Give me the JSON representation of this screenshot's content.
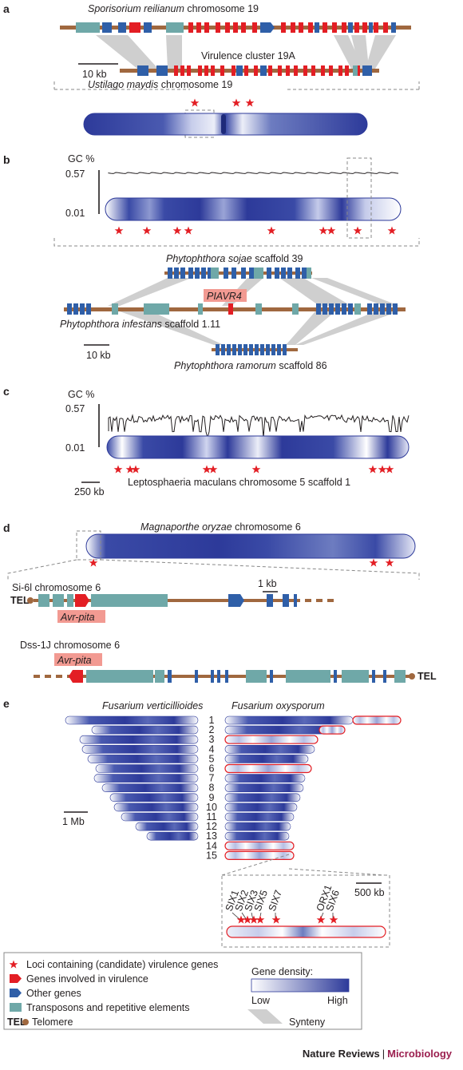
{
  "panels": {
    "a": "a",
    "b": "b",
    "c": "c",
    "d": "d",
    "e": "e"
  },
  "panel_a": {
    "top_title_italic": "Sporisorium reilianum",
    "top_title_rest": " chromosome 19",
    "cluster_label": "Virulence cluster 19A",
    "scale": "10 kb",
    "bottom_title_italic": "Ustilago maydis",
    "bottom_title_rest": " chromosome 19"
  },
  "panel_b": {
    "gc_label": "GC %",
    "gc_max": "0.57",
    "gc_min": "0.01",
    "sojae_italic": "Phytophthora sojae",
    "sojae_rest": " scaffold 39",
    "gene_label": "PIAVR4",
    "infestans_italic": "Phytophthora",
    "infestans_italic2": "infestans",
    "infestans_rest": " scaffold 1.11",
    "scale": "10 kb",
    "ramorum_italic": "Phytophthora",
    "ramorum_italic2": "ramorum",
    "ramorum_rest": " scaffold 86"
  },
  "panel_c": {
    "gc_label": "GC %",
    "gc_max": "0.57",
    "gc_min": "0.01",
    "scale": "250 kb",
    "chrom_label": "Leptosphaeria maculans chromosome 5 scaffold 1"
  },
  "panel_d": {
    "title_italic": "Magnaporthe oryzae",
    "title_rest": " chromosome  6",
    "si6l": "Si-6l chromosome 6",
    "scale": "1 kb",
    "tel": "TEL",
    "gene_label": "Avr-pita",
    "dss": "Dss-1J chromosome  6",
    "gene_label2": "Avr-pita",
    "tel2": "TEL"
  },
  "panel_e": {
    "left_title": "Fusarium verticillioides",
    "right_title": "Fusarium oxysporum",
    "chrom_numbers": [
      "1",
      "2",
      "3",
      "4",
      "5",
      "6",
      "7",
      "8",
      "9",
      "10",
      "11",
      "12",
      "13",
      "14",
      "15"
    ],
    "scale_left": "1 Mb",
    "scale_right": "500 kb",
    "genes": [
      "SIX1",
      "SIX2",
      "SIX3",
      "SIX5",
      "SIX7",
      "ORX1",
      "SIX6"
    ]
  },
  "legend": {
    "loci": "Loci containing (candidate) virulence genes",
    "virulence": "Genes involved in virulence",
    "other": "Other genes",
    "transposons": "Transposons and repetitive elements",
    "tel": "TEL",
    "telomere": "Telomere",
    "density_title": "Gene density:",
    "low": "Low",
    "high": "High",
    "synteny": "Synteny"
  },
  "footer": {
    "journal": "Nature Reviews",
    "separator": "|",
    "section": "Microbiology"
  },
  "colors": {
    "gene_red": "#e31e24",
    "gene_blue": "#2f5fa8",
    "repeat": "#6fa8a8",
    "backbone": "#a0683f",
    "synteny": "#cfcfcf",
    "chrom_dark": "#2d3a9a"
  }
}
